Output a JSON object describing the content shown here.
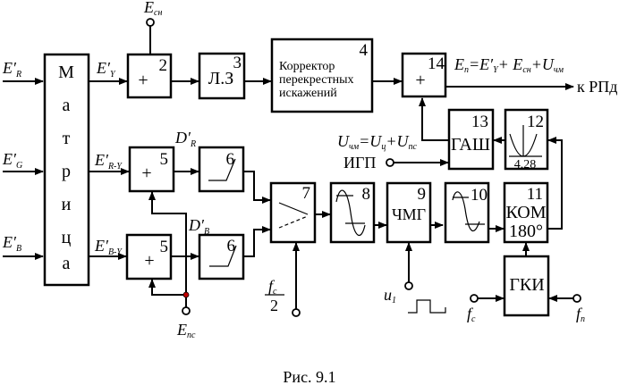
{
  "figure": {
    "caption": "Рис. 9.1"
  },
  "blocks": {
    "matrix": {
      "letters": [
        "М",
        "а",
        "т",
        "р",
        "и",
        "ц",
        "а"
      ]
    },
    "b2": {
      "number": "2",
      "symbol": "+"
    },
    "b3": {
      "number": "3",
      "label": "Л.З"
    },
    "b4": {
      "number": "4",
      "lines": [
        "Корректор",
        "перекрестных",
        "искажений"
      ]
    },
    "b5a": {
      "number": "5",
      "symbol": "+"
    },
    "b5b": {
      "number": "5",
      "symbol": "+"
    },
    "b6a": {
      "number": "6"
    },
    "b6b": {
      "number": "6"
    },
    "b7": {
      "number": "7"
    },
    "b8": {
      "number": "8"
    },
    "b9": {
      "number": "9",
      "label": "ЧМГ"
    },
    "b10": {
      "number": "10"
    },
    "b11": {
      "number": "11",
      "lines": [
        "КОМ",
        "180°"
      ]
    },
    "b12": {
      "number": "12",
      "value": "4,28"
    },
    "b13": {
      "number": "13",
      "label": "ГАШ"
    },
    "b14": {
      "number": "14",
      "symbol": "+"
    },
    "gki": {
      "label": "ГКИ"
    }
  },
  "signals": {
    "e_r": {
      "main": "E′",
      "sub": "R"
    },
    "e_g": {
      "main": "E′",
      "sub": "G"
    },
    "e_b": {
      "main": "E′",
      "sub": "B"
    },
    "e_y": {
      "main": "E′",
      "sub": "Y"
    },
    "e_ry": {
      "main": "E′",
      "sub": "R-Y"
    },
    "e_by": {
      "main": "E′",
      "sub": "B-Y"
    },
    "e_sn": {
      "main": "E",
      "sub": "сн"
    },
    "e_ps": {
      "main": "E",
      "sub": "пс"
    },
    "d_r": {
      "main": "D′",
      "sub": "R"
    },
    "d_b": {
      "main": "D′",
      "sub": "B"
    },
    "output_formula": {
      "lhs": "E",
      "lhs_sub": "п",
      "t1": "=E′",
      "t1_sub": "Y",
      "t2": "+ E",
      "t2_sub": "сн",
      "t3": "+U",
      "t3_sub": "чм"
    },
    "output_dest": "к РПд",
    "u_chm_formula": {
      "a": "U",
      "a_sub": "чм",
      "b": "=U",
      "b_sub": "ц",
      "c": "+U",
      "c_sub": "пс"
    },
    "igp": "ИГП",
    "fc_half": {
      "num": "f",
      "num_sub": "c",
      "den": "2"
    },
    "u1": {
      "main": "u",
      "sub": "1"
    },
    "fc": {
      "main": "f",
      "sub": "с"
    },
    "fp": {
      "main": "f",
      "sub": "п"
    }
  }
}
